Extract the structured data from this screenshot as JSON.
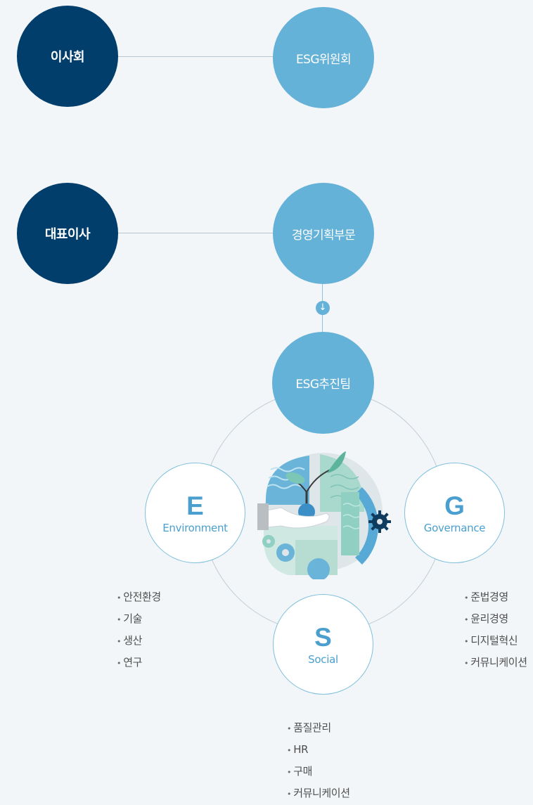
{
  "top_row": {
    "left": "이사회",
    "right": "ESG위원회"
  },
  "mid_row": {
    "left": "대표이사",
    "right": "경영기획부문"
  },
  "arrow_icon": "arrow-down-icon",
  "team": "ESG추진팀",
  "pillars": {
    "environment": {
      "letter": "E",
      "word": "Environment"
    },
    "governance": {
      "letter": "G",
      "word": "Governance"
    },
    "social": {
      "letter": "S",
      "word": "Social"
    }
  },
  "lists": {
    "environment": [
      "안전환경",
      "기술",
      "생산",
      "연구"
    ],
    "governance": [
      "준법경영",
      "윤리경영",
      "디지털혁신",
      "커뮤니케이션"
    ],
    "social": [
      "품질관리",
      "HR",
      "구매",
      "커뮤니케이션"
    ]
  },
  "colors": {
    "dark_navy": "#023e6b",
    "light_blue": "#65b2d8",
    "accent_text": "#4a9fcf",
    "background": "#f3f6f8"
  }
}
